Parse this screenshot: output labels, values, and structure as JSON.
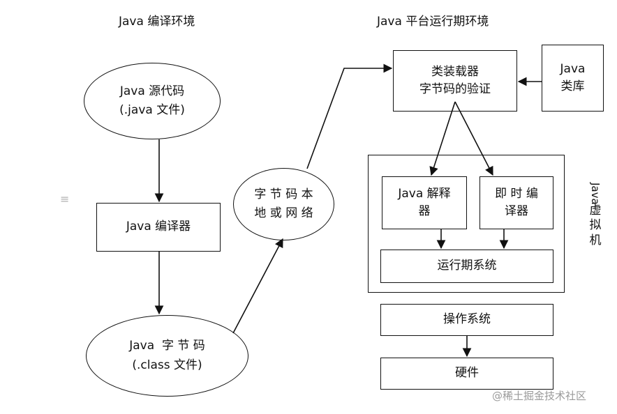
{
  "headings": {
    "compile_env": "Java 编译环境",
    "runtime_env": "Java 平台运行期环境"
  },
  "nodes": {
    "java_source": {
      "line1": "Java 源代码",
      "line2": "(.java 文件)"
    },
    "java_compiler": {
      "label": "Java 编译器"
    },
    "java_bytecode": {
      "line1": "Java  字 节 码",
      "line2": "(.class 文件)"
    },
    "local_or_network": {
      "line1": "字 节 码 本",
      "line2": "地 或 网 络"
    },
    "class_loader": {
      "line1": "类装载器",
      "line2": "字节码的验证"
    },
    "java_class_lib": {
      "line1": "Java",
      "line2": "类库"
    },
    "java_interpreter": {
      "line1": "Java 解释",
      "line2": "器"
    },
    "jit_compiler": {
      "line1": "即 时 编",
      "line2": "译器"
    },
    "runtime_system": {
      "label": "运行期系统"
    },
    "operating_system": {
      "label": "操作系统"
    },
    "hardware": {
      "label": "硬件"
    }
  },
  "jvm_label": {
    "java": "Java",
    "chars": [
      "虚",
      "拟",
      "机"
    ]
  },
  "side_glyph": "≡",
  "watermark": "@稀土掘金技术社区",
  "colors": {
    "stroke": "#111111",
    "watermark": "#9a9a9a",
    "side_glyph": "#b0b0b0"
  }
}
